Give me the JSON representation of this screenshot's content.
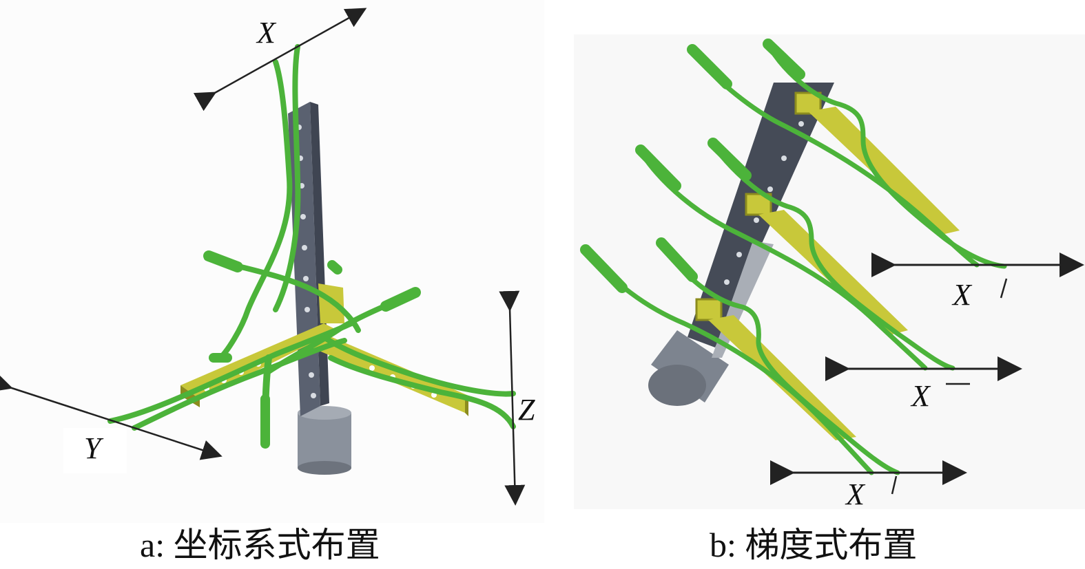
{
  "panel_a": {
    "axis_x": "X",
    "axis_y": "Y",
    "axis_z": "Z",
    "caption": "a: 坐标系式布置"
  },
  "panel_b": {
    "axis_labels": [
      "X",
      "X",
      "X"
    ],
    "caption": "b: 梯度式布置"
  },
  "colors": {
    "wire_green": "#4cb33a",
    "wire_dark": "#2e8a22",
    "plate_yellow": "#c8c83a",
    "plate_dark": "#8c8c1e",
    "post_gray": "#5a6170",
    "cylinder_gray": "#8a919c",
    "arrow_color": "#222222"
  }
}
